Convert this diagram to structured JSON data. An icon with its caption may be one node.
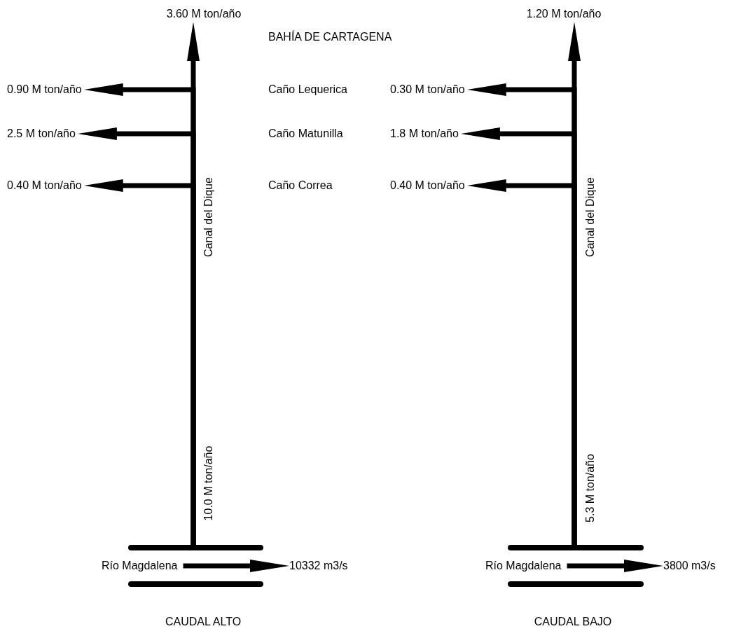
{
  "diagram": {
    "nodes": [
      {
        "text": [
          "3.60 M ton/año"
        ]
      },
      {
        "text": [
          "1.20 M ton/año"
        ]
      },
      {
        "text": [
          "0.90 M ton/año"
        ]
      },
      {
        "text": [
          "0.30 M ton/año"
        ]
      },
      {
        "text": [
          "2.5 M ton/año"
        ]
      },
      {
        "text": [
          "1.8 M ton/año"
        ]
      },
      {
        "text": [
          "0.40 M ton/año"
        ]
      },
      {
        "text": [
          "0.40 M ton/año"
        ]
      },
      {
        "text": [],
        "shape": "bar"
      },
      {
        "text": [],
        "shape": "bar"
      },
      {
        "text": [
          "Río Magdalena"
        ]
      },
      {
        "text": [
          "10332 m3/s"
        ]
      },
      {
        "text": [
          "Río Magdalena"
        ]
      },
      {
        "text": [
          "3800 m3/s"
        ]
      }
    ],
    "edges": [
      {
        "from": 8,
        "to": 0,
        "arrow": "to"
      },
      {
        "from": 8,
        "to": 2,
        "arrow": "to"
      },
      {
        "from": 8,
        "to": 4,
        "arrow": "to"
      },
      {
        "from": 8,
        "to": 6,
        "arrow": "to"
      },
      {
        "from": 9,
        "to": 1,
        "arrow": "to"
      },
      {
        "from": 9,
        "to": 3,
        "arrow": "to"
      },
      {
        "from": 9,
        "to": 5,
        "arrow": "to"
      },
      {
        "from": 9,
        "to": 7,
        "arrow": "to"
      },
      {
        "from": 10,
        "to": 11,
        "arrow": "to"
      },
      {
        "from": 12,
        "to": 13,
        "arrow": "to"
      }
    ],
    "labels": [
      "BAHÍA DE CARTAGENA",
      "Caño Lequerica",
      "Caño Matunilla",
      "Caño Correa",
      "Canal del Dique",
      "Canal del Dique",
      "10.0 M ton/año",
      "5.3 M ton/año",
      "CAUDAL ALTO",
      "CAUDAL BAJO"
    ]
  }
}
